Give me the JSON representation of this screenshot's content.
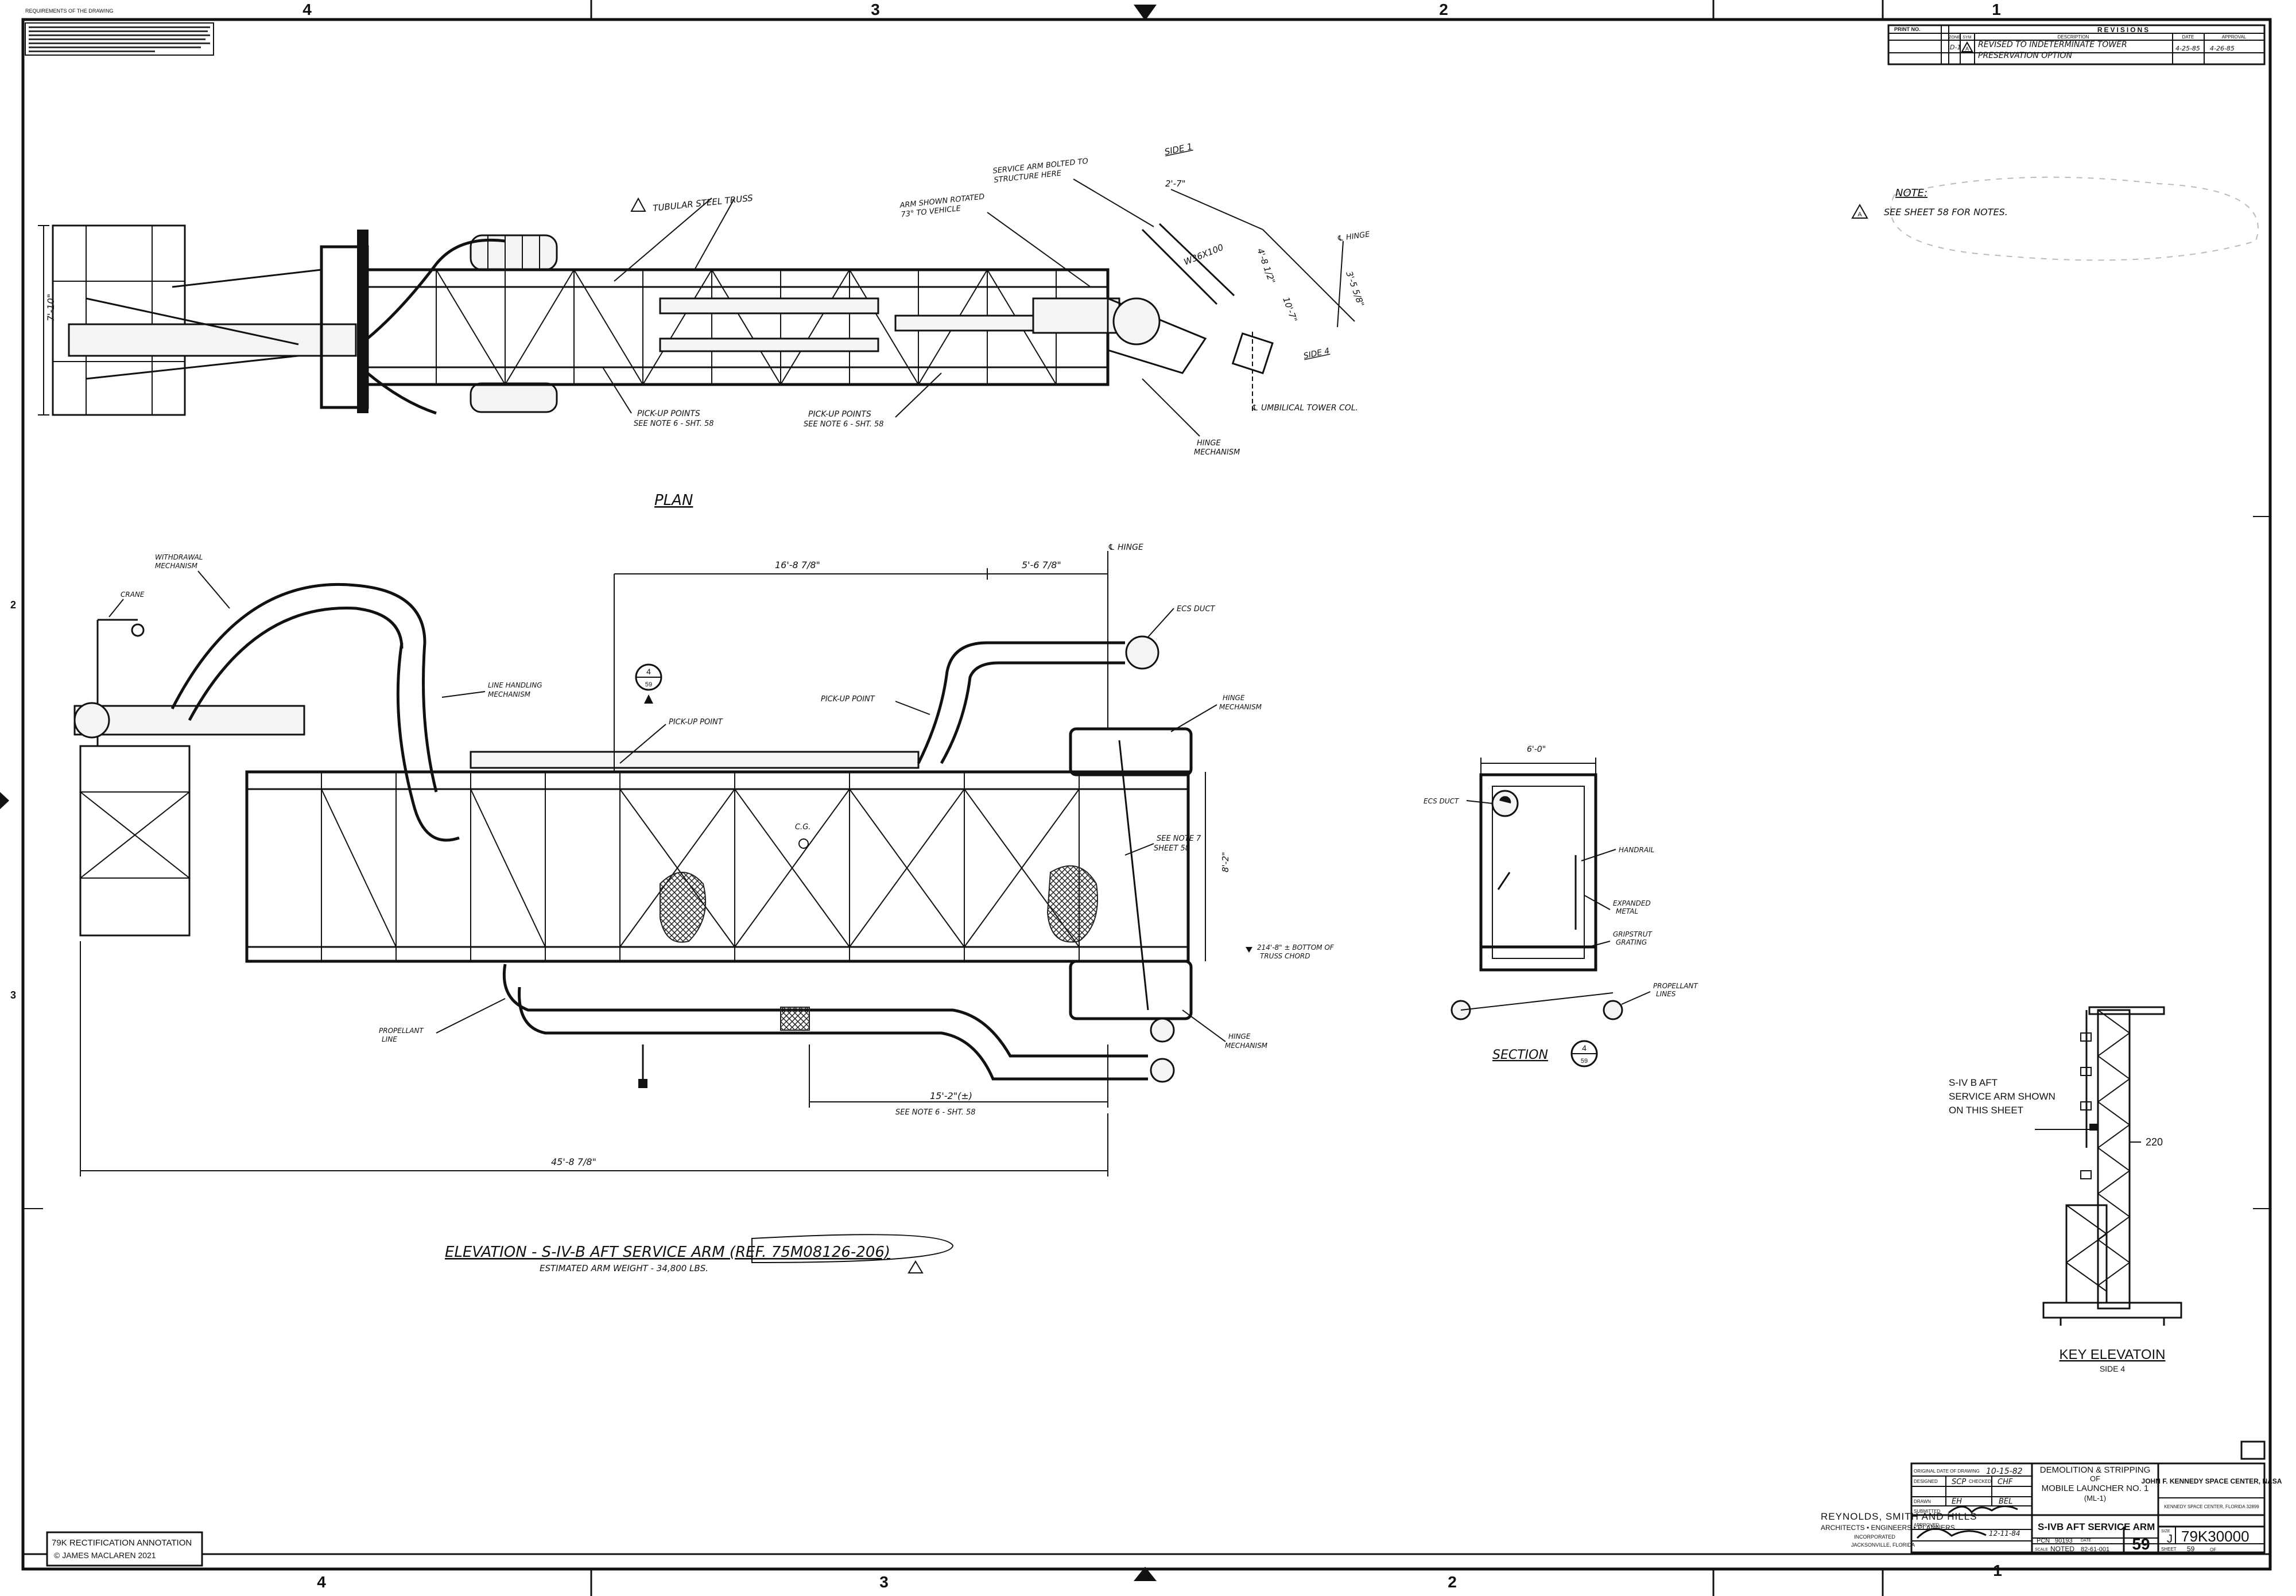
{
  "sheet": {
    "zones_top": [
      "4",
      "3",
      "2",
      "1"
    ],
    "zones_bottom": [
      "4",
      "3",
      "2",
      "1"
    ],
    "zones_left": [
      "2",
      "3"
    ],
    "colors": {
      "ink": "#111111",
      "paper": "#ffffff"
    }
  },
  "revisions": {
    "header": "REVISIONS",
    "print_no_label": "PRINT NO.",
    "col_zone": "ZONE",
    "col_sym": "SYM",
    "col_description": "DESCRIPTION",
    "col_date": "DATE",
    "col_approval": "APPROVAL",
    "row": {
      "zone": "D-1",
      "sym": "A",
      "description_1": "REVISED TO INDETERMINATE TOWER",
      "description_2": "PRESERVATION OPTION",
      "date": "4-25-85",
      "approval": "4-26-85"
    }
  },
  "note": {
    "title": "NOTE:",
    "symbol": "A",
    "text": "SEE SHEET 58 FOR NOTES."
  },
  "plan": {
    "title": "PLAN",
    "tubular_truss": "TUBULAR STEEL TRUSS",
    "arm_rotated_1": "ARM SHOWN ROTATED",
    "arm_rotated_2": "73° TO VEHICLE",
    "bolted_1": "SERVICE ARM BOLTED TO",
    "bolted_2": "STRUCTURE HERE",
    "side_1": "SIDE 1",
    "side_4": "SIDE 4",
    "hinge": "℄ HINGE",
    "umbilical": "℄ UMBILICAL TOWER COL.",
    "beam": "W36X100",
    "pickup_1": "PICK-UP POINTS",
    "pickup_1b": "SEE NOTE 6 - SHT. 58",
    "pickup_2": "PICK-UP POINTS",
    "pickup_2b": "SEE NOTE 6 - SHT. 58",
    "hinge_mech": "HINGE",
    "hinge_mech_2": "MECHANISM",
    "dim_width": "7'-10\"",
    "dim_a": "2'-7\"",
    "dim_b": "4'-8 1/2\"",
    "dim_c": "10'-7\"",
    "dim_d": "3'-5 5/8\""
  },
  "elevation": {
    "title": "ELEVATION - S-IV-B AFT SERVICE ARM (REF. 75M08126-206)",
    "subtitle": "ESTIMATED ARM WEIGHT - 34,800 LBS.",
    "withdrawal_1": "WITHDRAWAL",
    "withdrawal_2": "MECHANISM",
    "crane": "CRANE",
    "line_handling_1": "LINE HANDLING",
    "line_handling_2": "MECHANISM",
    "pickup_point_a": "PICK-UP POINT",
    "pickup_point_b": "PICK-UP POINT",
    "ecs_duct": "ECS DUCT",
    "hinge_mech_1": "HINGE",
    "hinge_mech_1b": "MECHANISM",
    "hinge_mech_2": "HINGE",
    "hinge_mech_2b": "MECHANISM",
    "see_note_1": "SEE NOTE 7",
    "see_note_2": "SHEET 58",
    "cg": "C.G.",
    "bottom_1": "214'-8\" ± BOTTOM OF",
    "bottom_2": "TRUSS CHORD",
    "propellant_1": "PROPELLANT",
    "propellant_2": "LINE",
    "hinge_top": "℄ HINGE",
    "dim_top_1": "16'-8 7/8\"",
    "dim_top_2": "5'-6 7/8\"",
    "dim_height": "8'-2\"",
    "dim_bottom_1": "15'-2\"(±)",
    "dim_bottom_1b": "SEE NOTE 6 - SHT. 58",
    "dim_overall": "45'-8 7/8\"",
    "section_mark_num": "4",
    "section_mark_ref": "59"
  },
  "section": {
    "title": "SECTION",
    "num": "4",
    "ref": "59",
    "ecs_duct": "ECS DUCT",
    "handrail": "HANDRAIL",
    "expanded_1": "EXPANDED",
    "expanded_2": "METAL",
    "grating_1": "GRIPSTRUT",
    "grating_2": "GRATING",
    "propellant_1": "PROPELLANT",
    "propellant_2": "LINES",
    "width": "6'-0\""
  },
  "key_elevation": {
    "label_1": "S-IV B AFT",
    "label_2": "SERVICE ARM SHOWN",
    "label_3": "ON THIS SHEET",
    "level": "220",
    "title": "KEY ELEVATOIN",
    "subtitle": "SIDE 4"
  },
  "title_block": {
    "original_date_label": "ORIGINAL DATE OF DRAWING",
    "original_date": "10-15-82",
    "designed_label": "DESIGNED",
    "designed": "SCP",
    "checked_label": "CHECKED",
    "checked": "CHF",
    "drawn_label": "DRAWN",
    "drawn": "EH",
    "drawn_check": "BEL",
    "submitted_label": "SUBMITTED",
    "approved_label": "APPROVED",
    "approved_date": "12-11-84",
    "firm_1": "REYNOLDS, SMITH AND HILLS",
    "firm_2": "ARCHITECTS • ENGINEERS • PLANNERS",
    "firm_3": "INCORPORATED",
    "firm_4": "JACKSONVILLE, FLORIDA",
    "project_1": "DEMOLITION & STRIPPING",
    "project_2": "OF",
    "project_3": "MOBILE LAUNCHER NO. 1",
    "project_4": "(ML-1)",
    "sheet_title": "S-IVB AFT SERVICE ARM",
    "pcn_label": "PCN",
    "pcn": "90193",
    "date_label": "DATE",
    "scale_label": "SCALE",
    "scale": "NOTED",
    "drawing_no_small": "82-61-001",
    "sheet_num_large": "59",
    "agency_1": "JOHN F. KENNEDY SPACE CENTER, NASA",
    "agency_2": "KENNEDY SPACE CENTER, FLORIDA 32899",
    "size_label": "SIZE",
    "size": "J",
    "drawing_number": "79K30000",
    "sheet_label": "SHEET",
    "sheet_no": "59",
    "of_label": "OF"
  },
  "annotation": {
    "line_1": "79K RECTIFICATION ANNOTATION",
    "line_2": "© JAMES MACLAREN 2021"
  },
  "fine_print": {
    "header": "REQUIREMENTS OF THE DRAWING",
    "line": "SUPPLY ALL PARTS"
  }
}
